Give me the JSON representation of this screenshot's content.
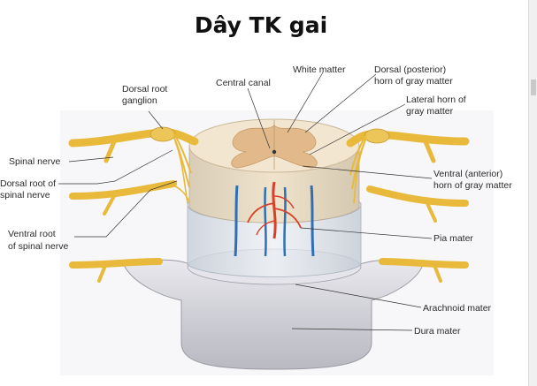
{
  "slide": {
    "title": "Dây TK gai"
  },
  "diagram": {
    "labels": {
      "dorsal_root_ganglion_1": "Dorsal root",
      "dorsal_root_ganglion_2": "ganglion",
      "central_canal": "Central canal",
      "white_matter": "White matter",
      "dorsal_horn_1": "Dorsal (posterior)",
      "dorsal_horn_2": "horn of gray matter",
      "lateral_horn_1": "Lateral horn of",
      "lateral_horn_2": "gray matter",
      "spinal_nerve": "Spinal nerve",
      "dorsal_root_1": "Dorsal root of",
      "dorsal_root_2": "spinal nerve",
      "ventral_horn_1": "Ventral (anterior)",
      "ventral_horn_2": "horn of gray matter",
      "ventral_root_1": "Ventral root",
      "ventral_root_2": "of spinal nerve",
      "pia_mater": "Pia mater",
      "arachnoid_mater": "Arachnoid mater",
      "dura_mater": "Dura mater"
    },
    "colors": {
      "nerve": "#e8b93a",
      "gray_matter": "#e2b98a",
      "white_matter": "#f3e6d0",
      "dura": "#d8d8dc",
      "artery": "#d8402a",
      "vein": "#2e6fb5"
    }
  }
}
